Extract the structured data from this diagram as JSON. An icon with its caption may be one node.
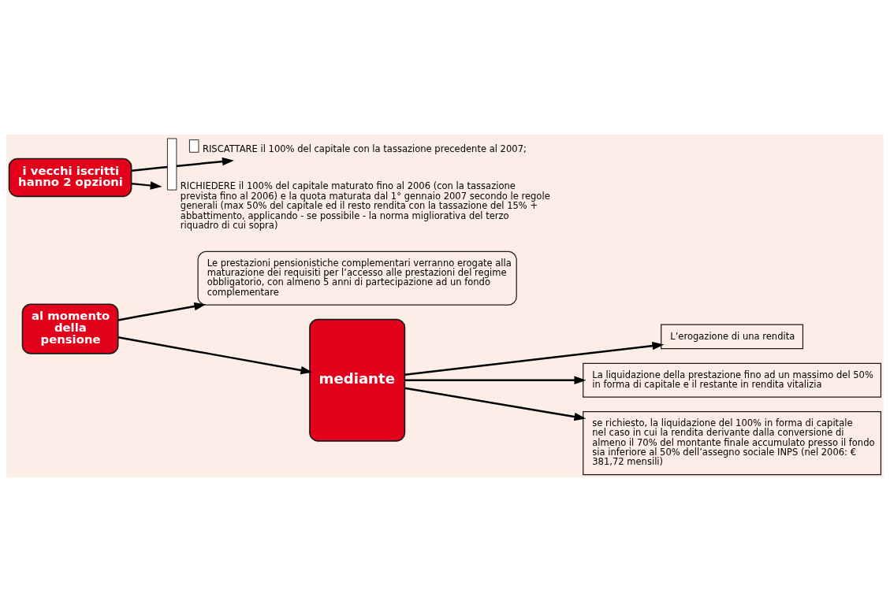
{
  "diagram": {
    "nodes": [
      {
        "text": [
          "al momento della pensione"
        ]
      },
      {
        "text": [
          "Le prestazioni pensionistiche complementari verranno erogate alla maturazione dei requisiti per l’accesso alle prestazioni del regime obbligatorio, con almeno 5 anni di partecipazione ad un fondo complementare"
        ]
      },
      {
        "text": [
          "mediante"
        ]
      },
      {
        "text": [
          "L’erogazione di una rendita"
        ]
      },
      {
        "text": [
          "La liquidazione della prestazione fino ad un massimo del 50% in forma di capitale e il restante in rendita vitalizia"
        ]
      },
      {
        "text": [
          "se richiesto, la liquidazione del 100% in forma di capitale nel caso in cui la rendita derivante dalla conversione di almeno il 70% del montante finale accumulato presso il fondo sia inferiore al 50% dell’assegno sociale INPS (nel 2006: € 381,72 mensili)"
        ]
      },
      {
        "text": [
          "i vecchi iscritti hanno 2 opzioni"
        ]
      },
      {
        "text": [
          "RISCATTARE il 100% del capitale con la tassazione precedente al 2007;"
        ]
      },
      {
        "text": [
          "RICHIEDERE il 100% del capitale maturato fino al 2006 (con la tassazione prevista fino al 2006) e la quota maturata dal 1° gennaio 2007 secondo le regole generali (max 50% del capitale ed il resto rendita con la tassazione del 15% + abbattimento, applicando - se possibile - la norma migliorativa del terzo riquadro di cui sopra)"
        ]
      }
    ],
    "edges": [
      {
        "from": 0,
        "to": 1,
        "arrow": "to"
      },
      {
        "from": 0,
        "to": 2,
        "arrow": "to"
      },
      {
        "from": 2,
        "to": 3,
        "arrow": "to"
      },
      {
        "from": 2,
        "to": 4,
        "arrow": "to"
      },
      {
        "from": 2,
        "to": 5,
        "arrow": "to"
      },
      {
        "from": 6,
        "to": 7,
        "arrow": "to"
      },
      {
        "from": 6,
        "to": 8,
        "arrow": "to"
      }
    ]
  }
}
